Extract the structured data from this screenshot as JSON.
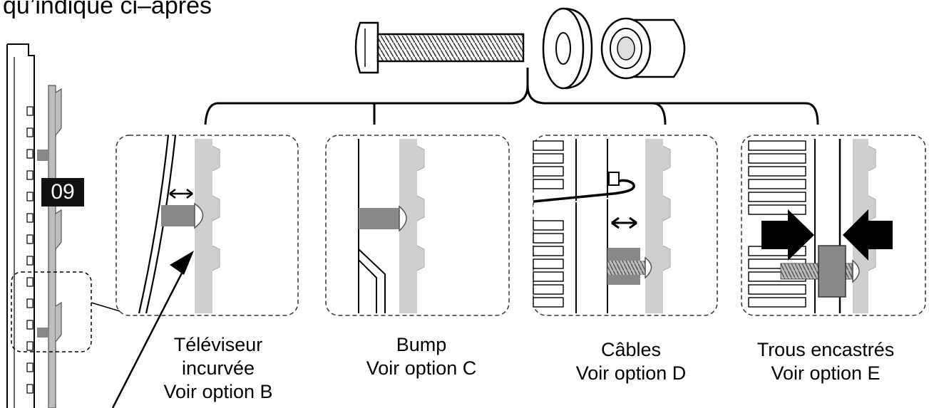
{
  "heading": "qu’indique ci–après",
  "step_badge": "09",
  "captions": {
    "curved": [
      "Téléviseur",
      "incurvée",
      "Voir option B"
    ],
    "bump": [
      "Bump",
      "Voir option C"
    ],
    "cables": [
      "Câbles",
      "Voir option D"
    ],
    "recessed": [
      "Trous encastrés",
      "Voir option E"
    ]
  },
  "parts": [
    "bolt-icon",
    "washer-icon",
    "spacer-icon"
  ]
}
